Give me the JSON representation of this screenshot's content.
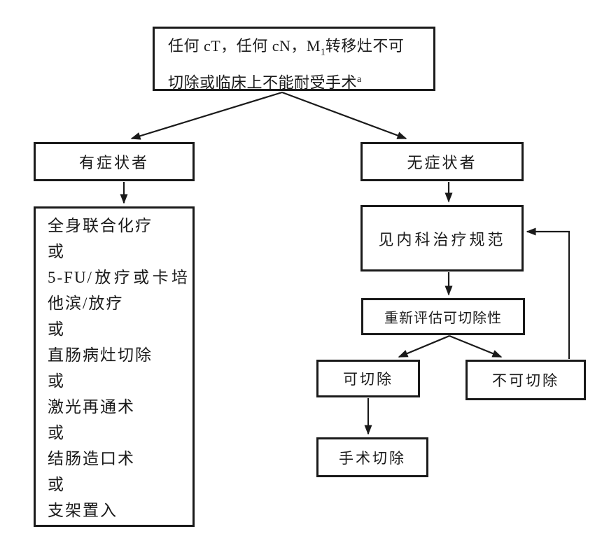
{
  "canvas": {
    "background": "#ffffff",
    "ink": "#1a1a1a"
  },
  "nodes": {
    "root": {
      "line1_prefix": "任何 cT，任何 cN，M",
      "line1_sub": "1",
      "line1_suffix": "转移灶不可",
      "line2_text": "切除或临床上不能耐受手术",
      "line2_sup": "a"
    },
    "symptomatic": {
      "label": "有症状者"
    },
    "asymptomatic": {
      "label": "无症状者"
    },
    "options": {
      "lines": [
        "全身联合化疗",
        "或",
        "5-FU/放疗或卡培",
        "他滨/放疗",
        "或",
        "直肠病灶切除",
        "或",
        "激光再通术",
        "或",
        "结肠造口术",
        "或",
        "支架置入"
      ]
    },
    "medical": {
      "label": "见内科治疗规范"
    },
    "reassess": {
      "label": "重新评估可切除性"
    },
    "resectable": {
      "label": "可切除"
    },
    "unresectable": {
      "label": "不可切除"
    },
    "surgery": {
      "label": "手术切除"
    }
  }
}
